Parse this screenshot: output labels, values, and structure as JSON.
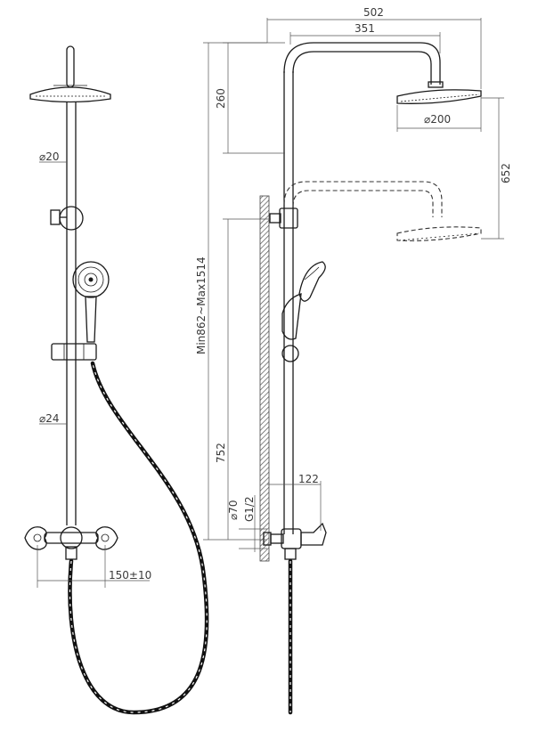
{
  "front_view": {
    "diam_rail_upper": "⌀20",
    "diam_rail_lower": "⌀24",
    "valve_centres": "150±10"
  },
  "side_view": {
    "arm_reach_total": "502",
    "arm_reach_inner": "351",
    "head_drop": "260",
    "head_diameter": "⌀200",
    "adjust_range": "652",
    "overall_height": "Min862~Max1514",
    "mount_height": "752",
    "valve_depth": "122",
    "valve_body_diameter": "⌀70",
    "inlet_thread": "G1/2"
  },
  "colors": {
    "line": "#1a1a1a",
    "dimension": "#555555",
    "wall": "#7a7a7a",
    "hose": "#111111"
  }
}
